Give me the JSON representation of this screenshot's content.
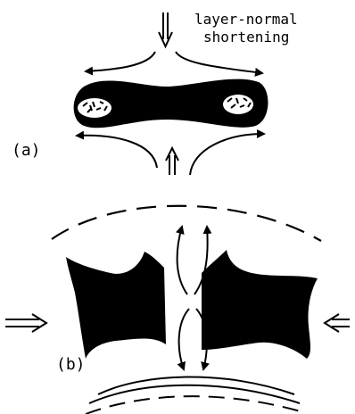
{
  "annotation": {
    "line1": "layer-normal",
    "line2": "shortening"
  },
  "panels": {
    "a": {
      "label": "(a)"
    },
    "b": {
      "label": "(b)"
    }
  },
  "colors": {
    "ink": "#000000",
    "paper": "#ffffff"
  }
}
